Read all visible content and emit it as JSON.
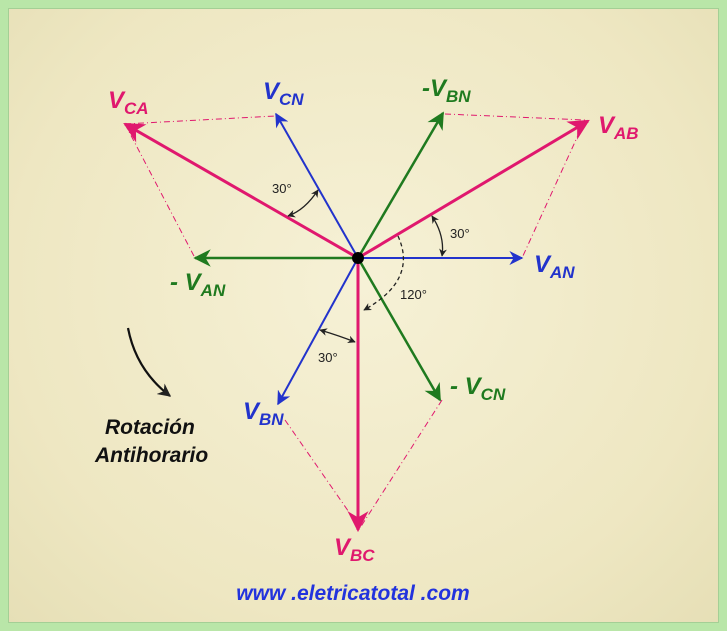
{
  "colors": {
    "line_voltage": "#e0186e",
    "phase_voltage": "#2233cc",
    "negative_phase": "#1f7a1f",
    "construction": "#e0186e",
    "url": "#2233dd"
  },
  "labels": {
    "v_ca": {
      "main": "V",
      "sub": "CA"
    },
    "v_cn": {
      "main": "V",
      "sub": "CN"
    },
    "neg_v_bn": {
      "main": "-V",
      "sub": "BN"
    },
    "v_ab": {
      "main": "V",
      "sub": "AB"
    },
    "v_an": {
      "main": "V",
      "sub": "AN"
    },
    "neg_v_an": {
      "main": "- V",
      "sub": "AN"
    },
    "v_bn": {
      "main": "V",
      "sub": "BN"
    },
    "neg_v_cn": {
      "main": "- V",
      "sub": "CN"
    },
    "v_bc": {
      "main": "V",
      "sub": "BC"
    }
  },
  "angles": {
    "top": "30°",
    "right": "30°",
    "bottom": "30°",
    "center": "120°"
  },
  "rotation": {
    "line1": "Rotación",
    "line2": "Antihorario"
  },
  "url": "www .eletricatotal .com"
}
